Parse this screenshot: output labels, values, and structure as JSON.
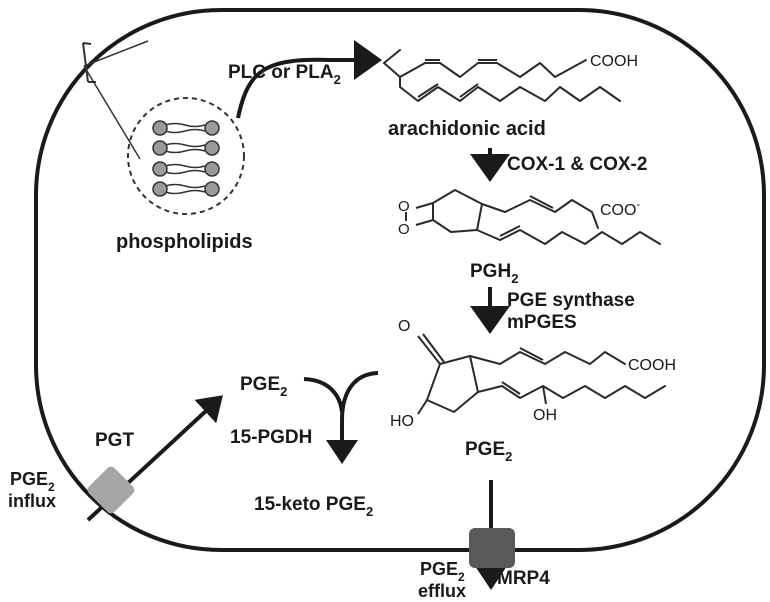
{
  "labels": {
    "enzyme_plc": "PLC or PLA",
    "enzyme_plc_sub": "2",
    "arachidonic": "arachidonic acid",
    "cox": "COX-1 & COX-2",
    "phospholipids": "phospholipids",
    "pgh": "PGH",
    "pgh_sub": "2",
    "pge_synthase": "PGE synthase",
    "mpges": "mPGES",
    "pge_main": "PGE",
    "pge_main_sub": "2",
    "pge_left": "PGE",
    "pge_left_sub": "2",
    "pgdh": "15-PGDH",
    "keto": "15-keto PGE",
    "keto_sub": "2",
    "pgt": "PGT",
    "influx_pge": "PGE",
    "influx_pge_sub": "2",
    "influx": "influx",
    "efflux_pge": "PGE",
    "efflux_pge_sub": "2",
    "efflux": "efflux",
    "mrp4": "MRP4"
  },
  "chem": {
    "aa_cooh": "COOH",
    "pgh_coo": "COO",
    "pgh_coo_sup": "-",
    "pgh_o1": "O",
    "pgh_o2": "O",
    "pge_o": "O",
    "pge_cooh": "COOH",
    "pge_ho": "HO",
    "pge_oh": "OH"
  },
  "colors": {
    "membrane": "#1a1a1a",
    "pgt_transporter": "#a6a6a6",
    "mrp4_transporter": "#595959",
    "lipid_head": "#9a9a9a"
  }
}
